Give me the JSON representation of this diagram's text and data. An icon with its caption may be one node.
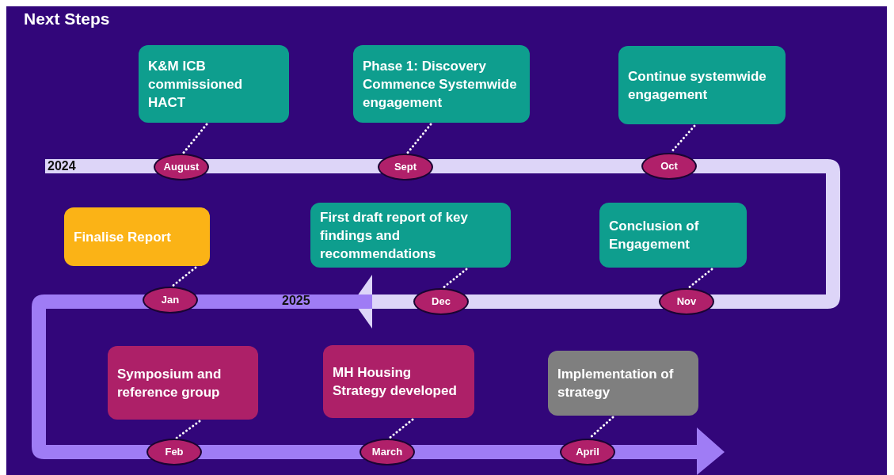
{
  "diagram": {
    "title": "Next Steps",
    "nodes": [
      {
        "text": [
          "K&M ICB commissioned HACT"
        ]
      },
      {
        "text": [
          "Phase 1: Discovery Commence Systemwide engagement"
        ]
      },
      {
        "text": [
          "Continue systemwide engagement"
        ]
      },
      {
        "text": [
          "Finalise Report"
        ]
      },
      {
        "text": [
          "First draft report of key findings and recommendations"
        ]
      },
      {
        "text": [
          "Conclusion of Engagement"
        ]
      },
      {
        "text": [
          "Symposium and reference group"
        ]
      },
      {
        "text": [
          "MH Housing Strategy developed"
        ]
      },
      {
        "text": [
          "Implementation of strategy"
        ]
      },
      {
        "text": [
          "August"
        ]
      },
      {
        "text": [
          "Sept"
        ]
      },
      {
        "text": [
          "Oct"
        ]
      },
      {
        "text": [
          "Jan"
        ]
      },
      {
        "text": [
          "Dec"
        ]
      },
      {
        "text": [
          "Nov"
        ]
      },
      {
        "text": [
          "Feb"
        ]
      },
      {
        "text": [
          "March"
        ]
      },
      {
        "text": [
          "April"
        ]
      }
    ],
    "edges": [
      {
        "from": 0,
        "to": 9,
        "arrow": "none",
        "style": "dashed"
      },
      {
        "from": 1,
        "to": 10,
        "arrow": "none",
        "style": "dashed"
      },
      {
        "from": 2,
        "to": 11,
        "arrow": "none",
        "style": "dashed"
      },
      {
        "from": 3,
        "to": 12,
        "arrow": "none",
        "style": "dashed"
      },
      {
        "from": 4,
        "to": 13,
        "arrow": "none",
        "style": "dashed"
      },
      {
        "from": 5,
        "to": 14,
        "arrow": "none",
        "style": "dashed"
      },
      {
        "from": 6,
        "to": 15,
        "arrow": "none",
        "style": "dashed"
      },
      {
        "from": 7,
        "to": 16,
        "arrow": "none",
        "style": "dashed"
      },
      {
        "from": 8,
        "to": 17,
        "arrow": "none",
        "style": "dashed"
      }
    ],
    "labels": [
      "2024",
      "2025"
    ]
  }
}
